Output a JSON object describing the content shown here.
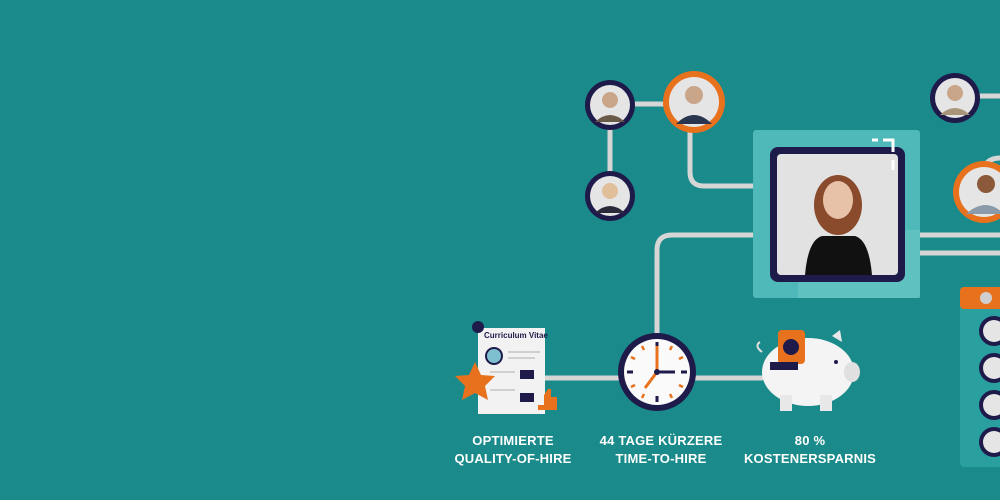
{
  "colors": {
    "background": "#1a8a8a",
    "navy": "#1e1b4b",
    "orange": "#e8711d",
    "line": "#d6d6d6",
    "panel": "#4fb8b8"
  },
  "cv": {
    "title": "Curriculum Vitae"
  },
  "benefits": [
    {
      "line1": "OPTIMIERTE",
      "line2": "QUALITY-OF-HIRE",
      "icon": "cv-icon"
    },
    {
      "line1": "44 TAGE KÜRZERE",
      "line2": "TIME-TO-HIRE",
      "icon": "clock-icon"
    },
    {
      "line1": "80 %",
      "line2": "KOSTENERSPARNIS",
      "icon": "piggy-bank-icon"
    }
  ]
}
